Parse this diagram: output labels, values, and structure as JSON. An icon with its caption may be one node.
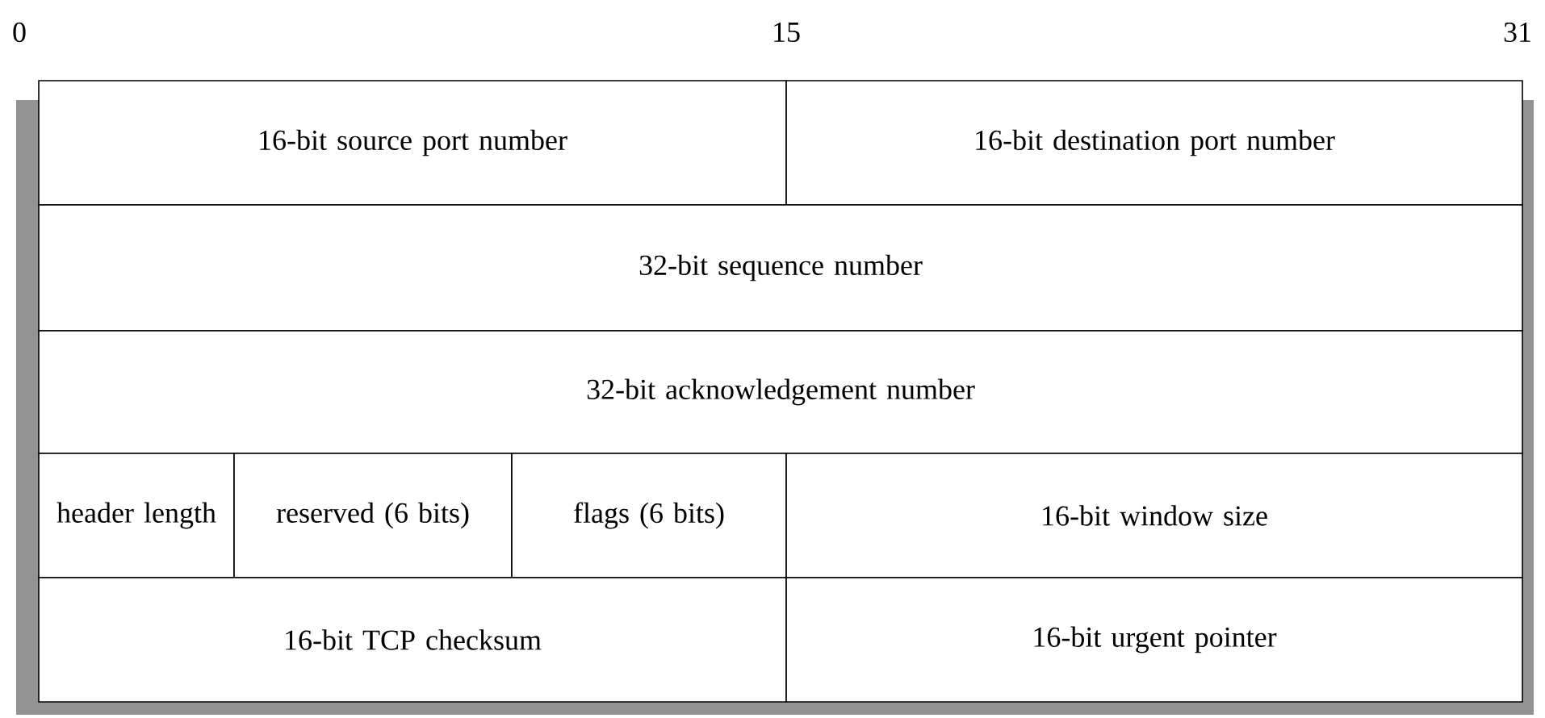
{
  "diagram": {
    "nodes": [
      {
        "text": [
          "16-bit source port number"
        ]
      },
      {
        "text": [
          "16-bit destination port number"
        ]
      },
      {
        "text": [
          "32-bit sequence number"
        ]
      },
      {
        "text": [
          "32-bit acknowledgement number"
        ]
      },
      {
        "text": [
          "header length"
        ]
      },
      {
        "text": [
          "reserved (6 bits)"
        ]
      },
      {
        "text": [
          "flags (6 bits)"
        ]
      },
      {
        "text": [
          "16-bit window size"
        ]
      },
      {
        "text": [
          "16-bit TCP checksum"
        ]
      },
      {
        "text": [
          "16-bit urgent pointer"
        ]
      }
    ],
    "labels": [
      "0",
      "15",
      "31"
    ]
  }
}
